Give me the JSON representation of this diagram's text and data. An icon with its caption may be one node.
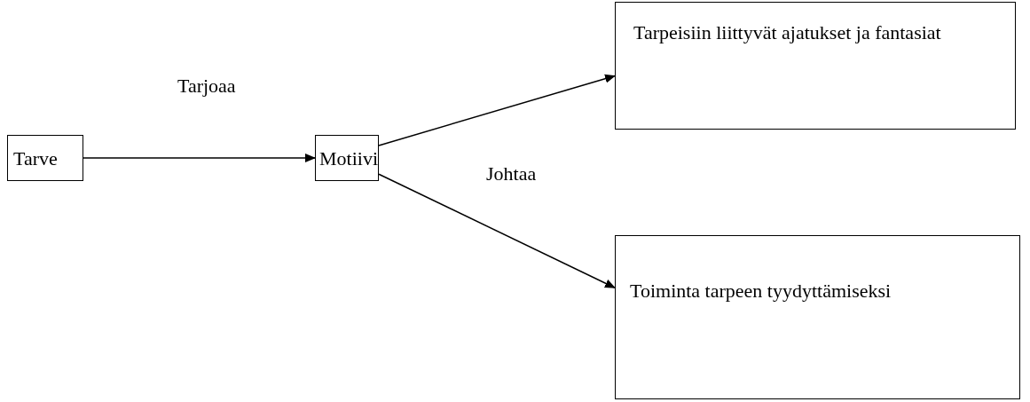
{
  "diagram": {
    "nodes": [
      {
        "text": [
          "Tarve"
        ]
      },
      {
        "text": [
          "Motiivi"
        ]
      },
      {
        "text": [
          "Tarpeisiin liittyvät ajatukset ja fantasiat"
        ]
      },
      {
        "text": [
          "Toiminta tarpeen tyydyttämiseksi"
        ]
      }
    ],
    "edges": [
      {
        "from": 0,
        "to": 1,
        "arrow": "to",
        "label": "Tarjoaa"
      },
      {
        "from": 1,
        "to": 2,
        "arrow": "to"
      },
      {
        "from": 1,
        "to": 3,
        "arrow": "to"
      }
    ],
    "labels": [
      "Johtaa"
    ]
  }
}
